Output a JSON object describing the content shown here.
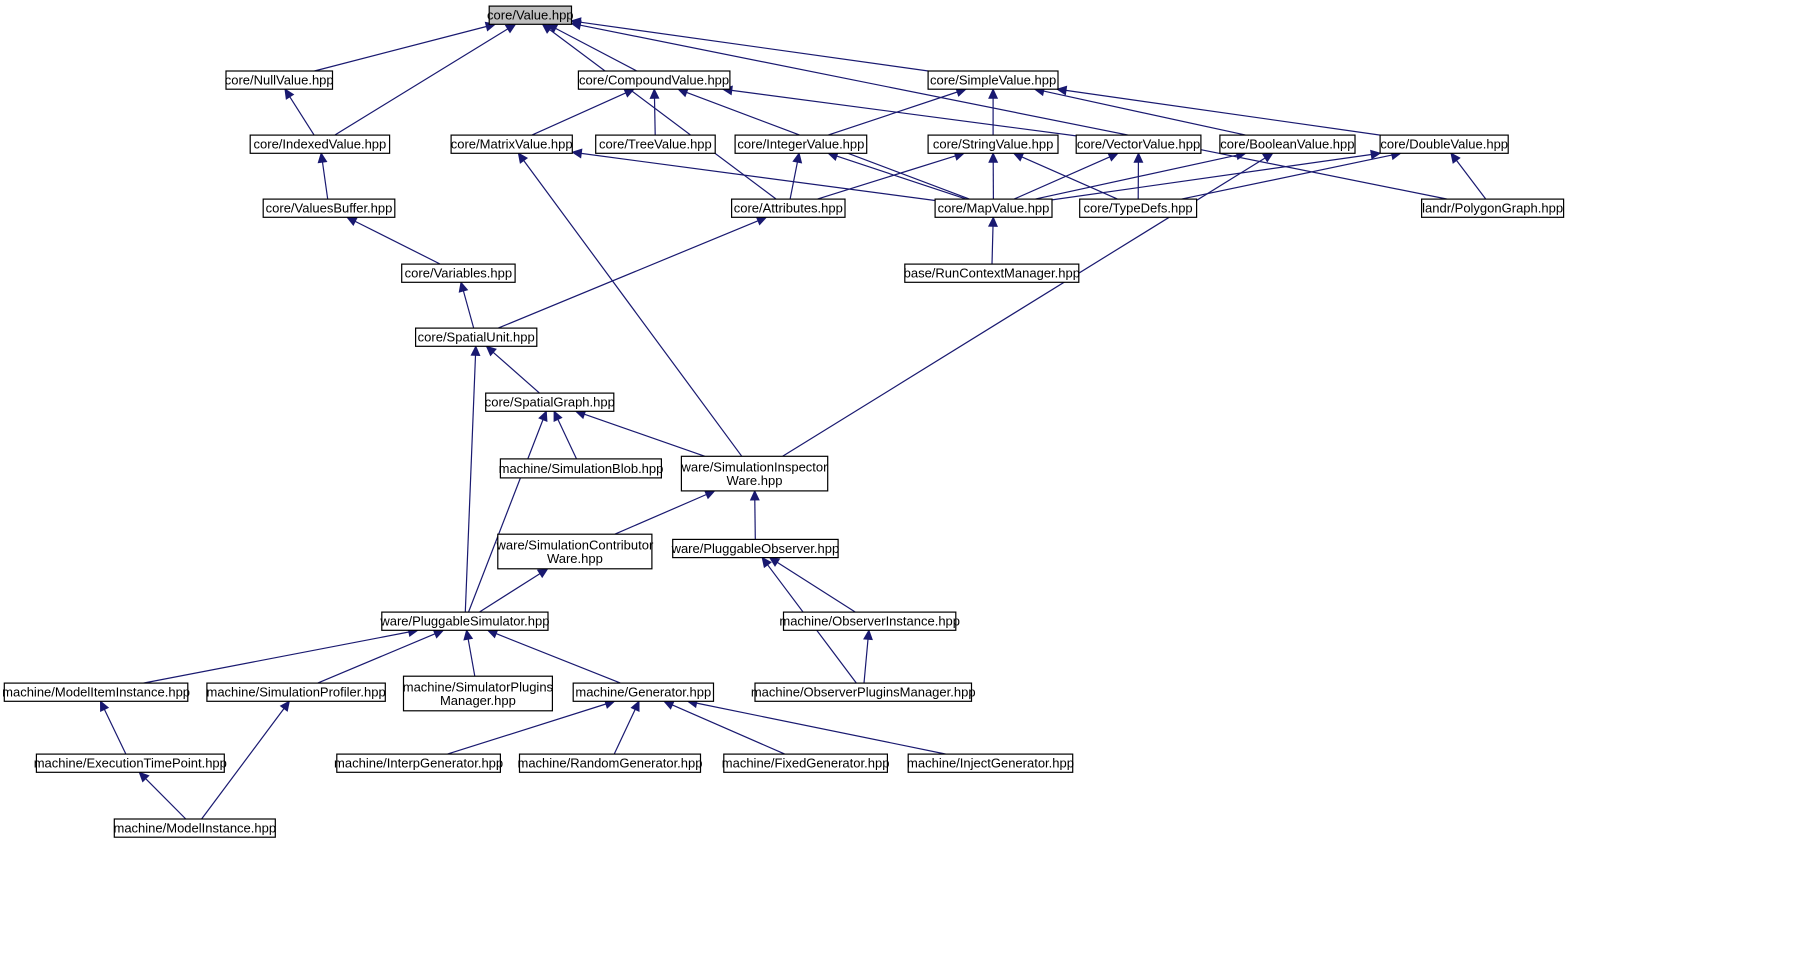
{
  "diagram": {
    "type": "include-dependency-graph",
    "edge_color": "#191970",
    "root_fill": "#bfbfbf",
    "nodes": [
      {
        "id": "value",
        "label": [
          "core/Value.hpp"
        ],
        "root": true
      },
      {
        "id": "nullvalue",
        "label": [
          "core/NullValue.hpp"
        ]
      },
      {
        "id": "compoundvalue",
        "label": [
          "core/CompoundValue.hpp"
        ]
      },
      {
        "id": "simplevalue",
        "label": [
          "core/SimpleValue.hpp"
        ]
      },
      {
        "id": "indexedvalue",
        "label": [
          "core/IndexedValue.hpp"
        ]
      },
      {
        "id": "matrixvalue",
        "label": [
          "core/MatrixValue.hpp"
        ]
      },
      {
        "id": "treevalue",
        "label": [
          "core/TreeValue.hpp"
        ]
      },
      {
        "id": "integervalue",
        "label": [
          "core/IntegerValue.hpp"
        ]
      },
      {
        "id": "stringvalue",
        "label": [
          "core/StringValue.hpp"
        ]
      },
      {
        "id": "vectorvalue",
        "label": [
          "core/VectorValue.hpp"
        ]
      },
      {
        "id": "booleanvalue",
        "label": [
          "core/BooleanValue.hpp"
        ]
      },
      {
        "id": "doublevalue",
        "label": [
          "core/DoubleValue.hpp"
        ]
      },
      {
        "id": "valuesbuffer",
        "label": [
          "core/ValuesBuffer.hpp"
        ]
      },
      {
        "id": "attributes",
        "label": [
          "core/Attributes.hpp"
        ]
      },
      {
        "id": "mapvalue",
        "label": [
          "core/MapValue.hpp"
        ]
      },
      {
        "id": "typedefs",
        "label": [
          "core/TypeDefs.hpp"
        ]
      },
      {
        "id": "polygongraph",
        "label": [
          "landr/PolygonGraph.hpp"
        ]
      },
      {
        "id": "variables",
        "label": [
          "core/Variables.hpp"
        ]
      },
      {
        "id": "runcontextmanager",
        "label": [
          "base/RunContextManager.hpp"
        ]
      },
      {
        "id": "spatialunit",
        "label": [
          "core/SpatialUnit.hpp"
        ]
      },
      {
        "id": "spatialgraph",
        "label": [
          "core/SpatialGraph.hpp"
        ]
      },
      {
        "id": "simulationblob",
        "label": [
          "machine/SimulationBlob.hpp"
        ]
      },
      {
        "id": "siminspectorware",
        "label": [
          "ware/SimulationInspector",
          "Ware.hpp"
        ]
      },
      {
        "id": "simcontributorware",
        "label": [
          "ware/SimulationContributor",
          "Ware.hpp"
        ]
      },
      {
        "id": "pluggableobserver",
        "label": [
          "ware/PluggableObserver.hpp"
        ]
      },
      {
        "id": "pluggablesimulator",
        "label": [
          "ware/PluggableSimulator.hpp"
        ]
      },
      {
        "id": "observerinstance",
        "label": [
          "machine/ObserverInstance.hpp"
        ]
      },
      {
        "id": "modeliteminstance",
        "label": [
          "machine/ModelItemInstance.hpp"
        ]
      },
      {
        "id": "simulationprofiler",
        "label": [
          "machine/SimulationProfiler.hpp"
        ]
      },
      {
        "id": "simpluginsmanager",
        "label": [
          "machine/SimulatorPlugins",
          "Manager.hpp"
        ]
      },
      {
        "id": "generator",
        "label": [
          "machine/Generator.hpp"
        ]
      },
      {
        "id": "observerpluginsmanager",
        "label": [
          "machine/ObserverPluginsManager.hpp"
        ]
      },
      {
        "id": "executiontimepoint",
        "label": [
          "machine/ExecutionTimePoint.hpp"
        ]
      },
      {
        "id": "interpgenerator",
        "label": [
          "machine/InterpGenerator.hpp"
        ]
      },
      {
        "id": "randomgenerator",
        "label": [
          "machine/RandomGenerator.hpp"
        ]
      },
      {
        "id": "fixedgenerator",
        "label": [
          "machine/FixedGenerator.hpp"
        ]
      },
      {
        "id": "injectgenerator",
        "label": [
          "machine/InjectGenerator.hpp"
        ]
      },
      {
        "id": "modelinstance",
        "label": [
          "machine/ModelInstance.hpp"
        ]
      }
    ],
    "edges": [
      {
        "from": "nullvalue",
        "to": "value"
      },
      {
        "from": "indexedvalue",
        "to": "value"
      },
      {
        "from": "compoundvalue",
        "to": "value"
      },
      {
        "from": "attributes",
        "to": "value"
      },
      {
        "from": "simplevalue",
        "to": "value"
      },
      {
        "from": "polygongraph",
        "to": "value"
      },
      {
        "from": "indexedvalue",
        "to": "nullvalue"
      },
      {
        "from": "matrixvalue",
        "to": "compoundvalue"
      },
      {
        "from": "treevalue",
        "to": "compoundvalue"
      },
      {
        "from": "vectorvalue",
        "to": "compoundvalue"
      },
      {
        "from": "mapvalue",
        "to": "compoundvalue"
      },
      {
        "from": "integervalue",
        "to": "simplevalue"
      },
      {
        "from": "stringvalue",
        "to": "simplevalue"
      },
      {
        "from": "booleanvalue",
        "to": "simplevalue"
      },
      {
        "from": "doublevalue",
        "to": "simplevalue"
      },
      {
        "from": "valuesbuffer",
        "to": "indexedvalue"
      },
      {
        "from": "mapvalue",
        "to": "matrixvalue"
      },
      {
        "from": "siminspectorware",
        "to": "matrixvalue"
      },
      {
        "from": "attributes",
        "to": "integervalue"
      },
      {
        "from": "mapvalue",
        "to": "integervalue"
      },
      {
        "from": "attributes",
        "to": "stringvalue"
      },
      {
        "from": "mapvalue",
        "to": "stringvalue"
      },
      {
        "from": "typedefs",
        "to": "stringvalue"
      },
      {
        "from": "mapvalue",
        "to": "vectorvalue"
      },
      {
        "from": "typedefs",
        "to": "vectorvalue"
      },
      {
        "from": "mapvalue",
        "to": "booleanvalue"
      },
      {
        "from": "siminspectorware",
        "to": "booleanvalue"
      },
      {
        "from": "mapvalue",
        "to": "doublevalue"
      },
      {
        "from": "typedefs",
        "to": "doublevalue"
      },
      {
        "from": "polygongraph",
        "to": "doublevalue"
      },
      {
        "from": "variables",
        "to": "valuesbuffer"
      },
      {
        "from": "spatialunit",
        "to": "attributes"
      },
      {
        "from": "runcontextmanager",
        "to": "mapvalue"
      },
      {
        "from": "spatialunit",
        "to": "variables"
      },
      {
        "from": "spatialgraph",
        "to": "spatialunit"
      },
      {
        "from": "pluggablesimulator",
        "to": "spatialunit"
      },
      {
        "from": "simulationblob",
        "to": "spatialgraph"
      },
      {
        "from": "siminspectorware",
        "to": "spatialgraph"
      },
      {
        "from": "pluggablesimulator",
        "to": "spatialgraph"
      },
      {
        "from": "simcontributorware",
        "to": "siminspectorware"
      },
      {
        "from": "pluggableobserver",
        "to": "siminspectorware"
      },
      {
        "from": "pluggablesimulator",
        "to": "simcontributorware"
      },
      {
        "from": "observerinstance",
        "to": "pluggableobserver"
      },
      {
        "from": "observerpluginsmanager",
        "to": "pluggableobserver"
      },
      {
        "from": "observerpluginsmanager",
        "to": "observerinstance"
      },
      {
        "from": "modeliteminstance",
        "to": "pluggablesimulator"
      },
      {
        "from": "simulationprofiler",
        "to": "pluggablesimulator"
      },
      {
        "from": "simpluginsmanager",
        "to": "pluggablesimulator"
      },
      {
        "from": "generator",
        "to": "pluggablesimulator"
      },
      {
        "from": "executiontimepoint",
        "to": "modeliteminstance"
      },
      {
        "from": "modelinstance",
        "to": "simulationprofiler"
      },
      {
        "from": "interpgenerator",
        "to": "generator"
      },
      {
        "from": "randomgenerator",
        "to": "generator"
      },
      {
        "from": "fixedgenerator",
        "to": "generator"
      },
      {
        "from": "injectgenerator",
        "to": "generator"
      },
      {
        "from": "modelinstance",
        "to": "executiontimepoint"
      }
    ]
  }
}
